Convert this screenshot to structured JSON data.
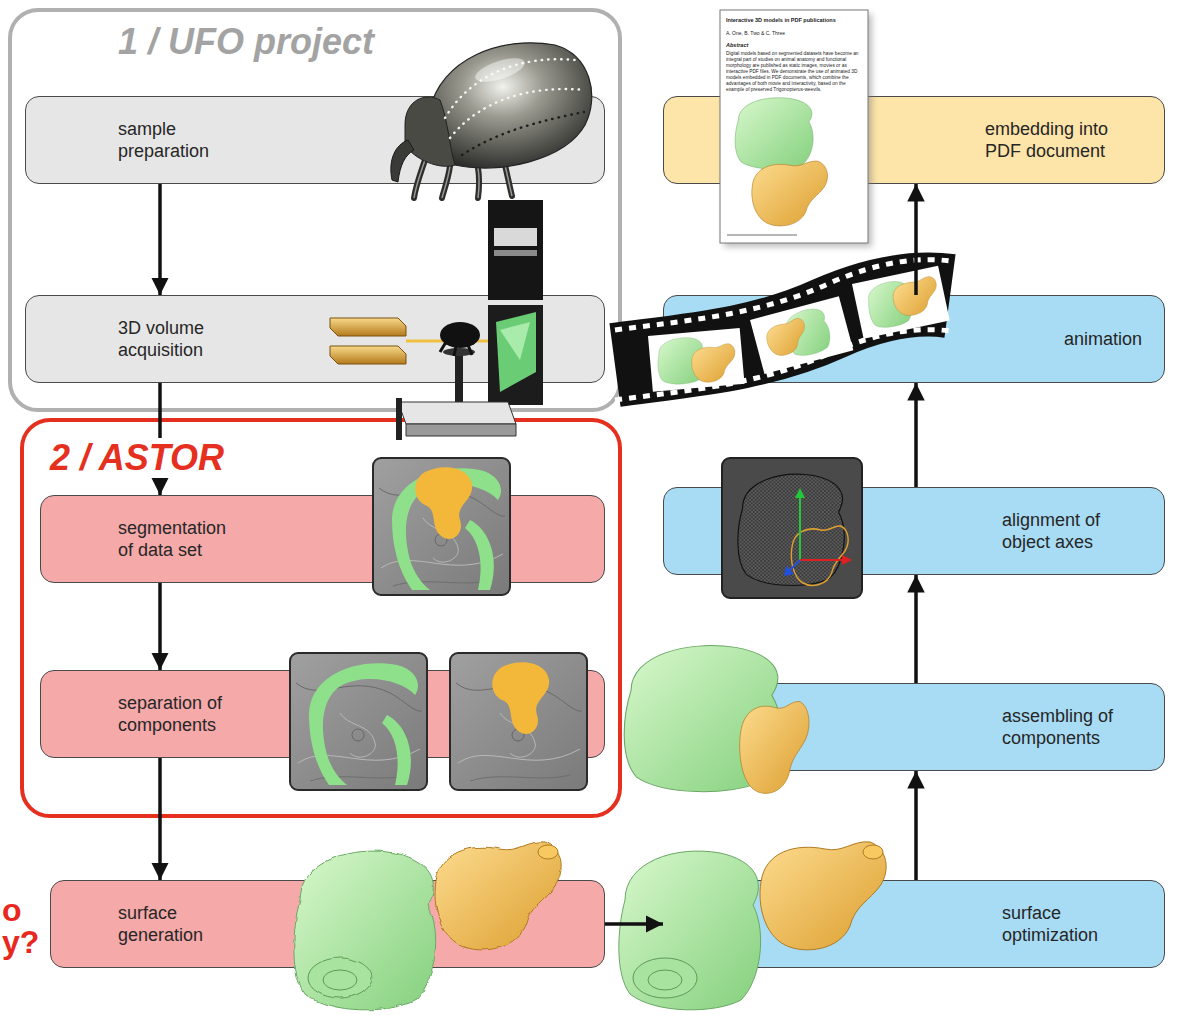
{
  "diagram": {
    "nodes": [
      {
        "text": [
          "1 / UFO project"
        ]
      },
      {
        "text": [
          "sample preparation"
        ],
        "in": 0
      },
      {
        "text": [
          "3D volume acquisition"
        ],
        "in": 0
      },
      {
        "text": [
          "2 / ASTOR"
        ]
      },
      {
        "text": [
          "segmentation of data set"
        ],
        "in": 3
      },
      {
        "text": [
          "separation of components"
        ],
        "in": 3
      },
      {
        "text": [
          "surface generation"
        ]
      },
      {
        "text": [
          "embedding into PDF document"
        ]
      },
      {
        "text": [
          "animation"
        ]
      },
      {
        "text": [
          "alignment of object axes"
        ]
      },
      {
        "text": [
          "assembling of components"
        ]
      },
      {
        "text": [
          "surface optimization"
        ]
      }
    ],
    "edges": [
      {
        "from": 1,
        "to": 2,
        "arrow": "to"
      },
      {
        "from": 2,
        "to": 4,
        "arrow": "to"
      },
      {
        "from": 4,
        "to": 5,
        "arrow": "to"
      },
      {
        "from": 5,
        "to": 6,
        "arrow": "to"
      },
      {
        "from": 6,
        "to": 11,
        "arrow": "to"
      },
      {
        "from": 11,
        "to": 10,
        "arrow": "to"
      },
      {
        "from": 10,
        "to": 9,
        "arrow": "to"
      },
      {
        "from": 9,
        "to": 8,
        "arrow": "to"
      },
      {
        "from": 8,
        "to": 7,
        "arrow": "to"
      }
    ],
    "labels": [
      "Interactive 3D models in PDF publications",
      "A. One, B. Two & C. Three",
      "Abstract",
      "Digital models based on segmented datasets have become an integral part of studies on animal anatomy and functional morphology are published as static images, movies or as interactive PDF files. We demonstrate the use of animated 3D models embedded in PDF documents, which combine the advantages of both movie and interactivity, based on the example of preserved Trigonopterus-weevils.",
      "o",
      "y?"
    ]
  }
}
